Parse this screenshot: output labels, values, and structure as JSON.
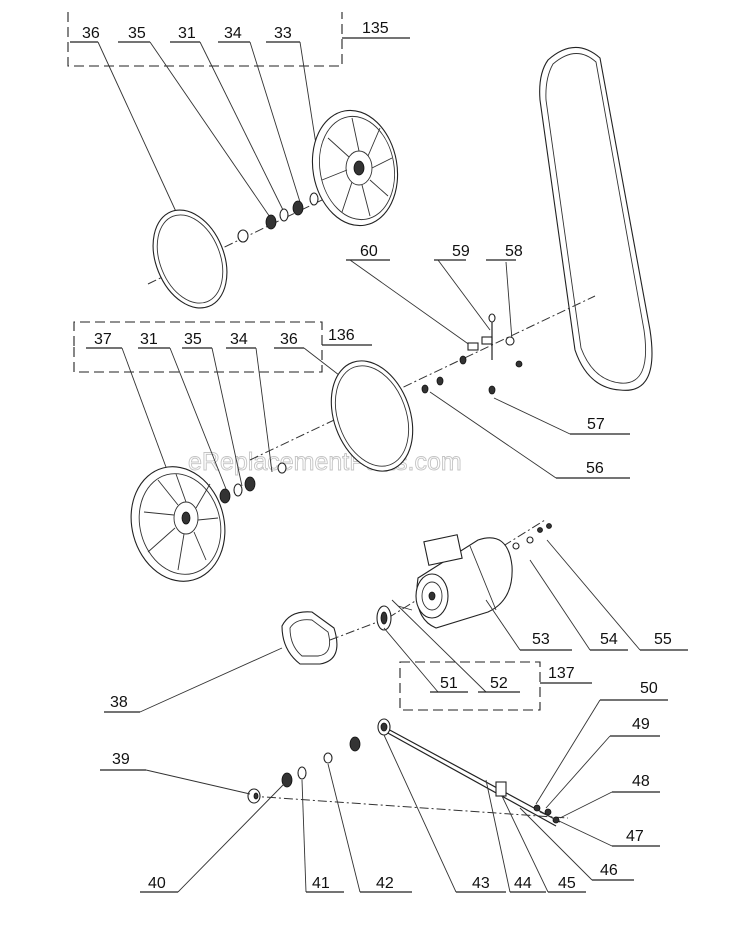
{
  "watermark": "eReplacementParts.com",
  "labels": {
    "l36a": "36",
    "l35a": "35",
    "l31a": "31",
    "l34a": "34",
    "l33": "33",
    "l135": "135",
    "l60": "60",
    "l59": "59",
    "l58": "58",
    "l57": "57",
    "l56": "56",
    "l37": "37",
    "l31b": "31",
    "l35b": "35",
    "l34b": "34",
    "l36b": "36",
    "l136": "136",
    "l53": "53",
    "l54": "54",
    "l55": "55",
    "l38": "38",
    "l51": "51",
    "l52": "52",
    "l137": "137",
    "l50": "50",
    "l49": "49",
    "l48": "48",
    "l47": "47",
    "l39": "39",
    "l40": "40",
    "l41": "41",
    "l42": "42",
    "l43": "43",
    "l44": "44",
    "l45": "45",
    "l46": "46"
  }
}
